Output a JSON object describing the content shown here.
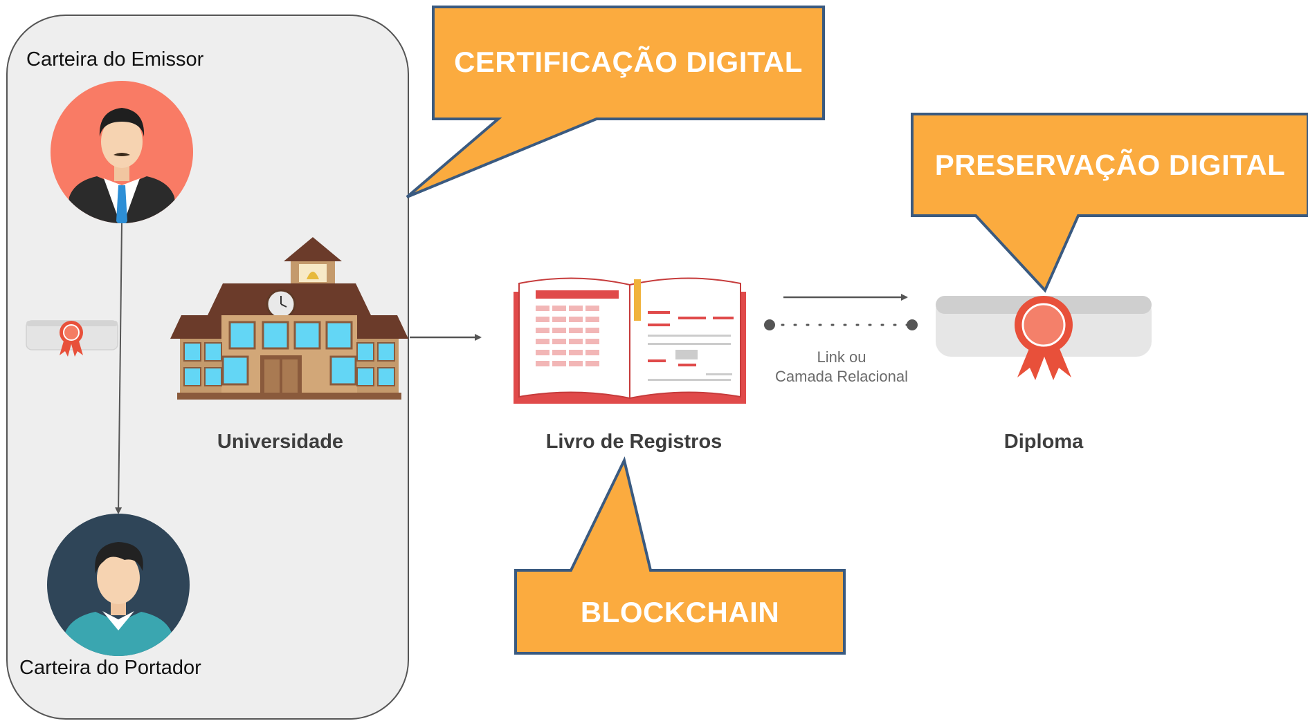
{
  "wallet": {
    "issuer_label": "Carteira do Emissor",
    "holder_label": "Carteira do Portador"
  },
  "nodes": {
    "university": "Universidade",
    "ledger": "Livro de Registros",
    "diploma": "Diploma"
  },
  "link": {
    "line1": "Link ou",
    "line2": "Camada Relacional"
  },
  "callouts": {
    "certification": "CERTIFICAÇÃO DIGITAL",
    "preservation": "PRESERVAÇÃO DIGITAL",
    "blockchain": "BLOCKCHAIN"
  },
  "colors": {
    "callout_fill": "#fbab3f",
    "callout_border": "#3a5a80",
    "wallet_bg": "#eeeeee",
    "issuer_circle": "#f97b65",
    "holder_circle": "#2f4558",
    "ribbon_red": "#e8503a"
  }
}
